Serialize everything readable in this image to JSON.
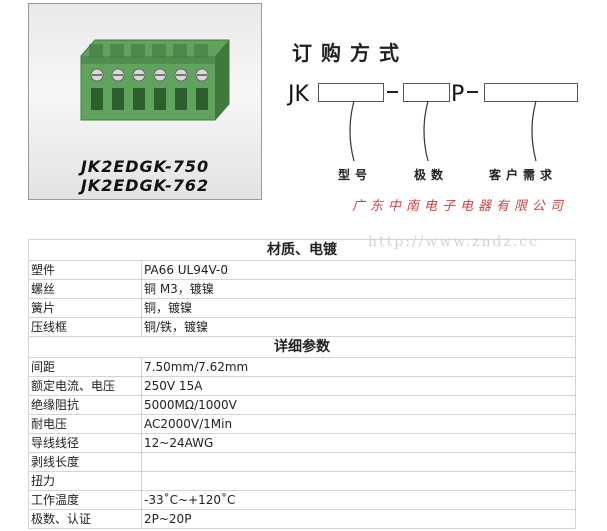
{
  "product": {
    "model_lines": [
      "JK2EDGK-750",
      "JK2EDGK-762"
    ],
    "colors": {
      "body": "#5fa35c",
      "body_dark": "#3f7a3d",
      "screw": "#d9d9d9"
    }
  },
  "ordering": {
    "title": "订购方式",
    "prefix": "JK",
    "p_char": "P",
    "captions": [
      "型号",
      "极数",
      "客户需求"
    ]
  },
  "watermark": {
    "company": "广东中南电子电器有限公司",
    "url": "http://www.zndz.cc"
  },
  "specs": {
    "sections": [
      {
        "title": "材质、电镀",
        "rows": [
          {
            "label": "塑件",
            "value": "PA66 UL94V-0"
          },
          {
            "label": "螺丝",
            "value": "铜 M3，镀镍"
          },
          {
            "label": "簧片",
            "value": "铜，镀镍"
          },
          {
            "label": "压线框",
            "value": "铜/铁，镀镍"
          }
        ]
      },
      {
        "title": "详细参数",
        "rows": [
          {
            "label": "间距",
            "value": "7.50mm/7.62mm"
          },
          {
            "label": "额定电流、电压",
            "value": "250V  15A"
          },
          {
            "label": "绝缘阻抗",
            "value": "5000MΩ/1000V"
          },
          {
            "label": "耐电压",
            "value": "AC2000V/1Min"
          },
          {
            "label": "导线线径",
            "value": "12~24AWG"
          },
          {
            "label": "剥线长度",
            "value": ""
          },
          {
            "label": "扭力",
            "value": ""
          },
          {
            "label": "工作温度",
            "value": "-33˚C~+120˚C"
          },
          {
            "label": "极数、认证",
            "value": "2P~20P"
          }
        ]
      }
    ]
  }
}
